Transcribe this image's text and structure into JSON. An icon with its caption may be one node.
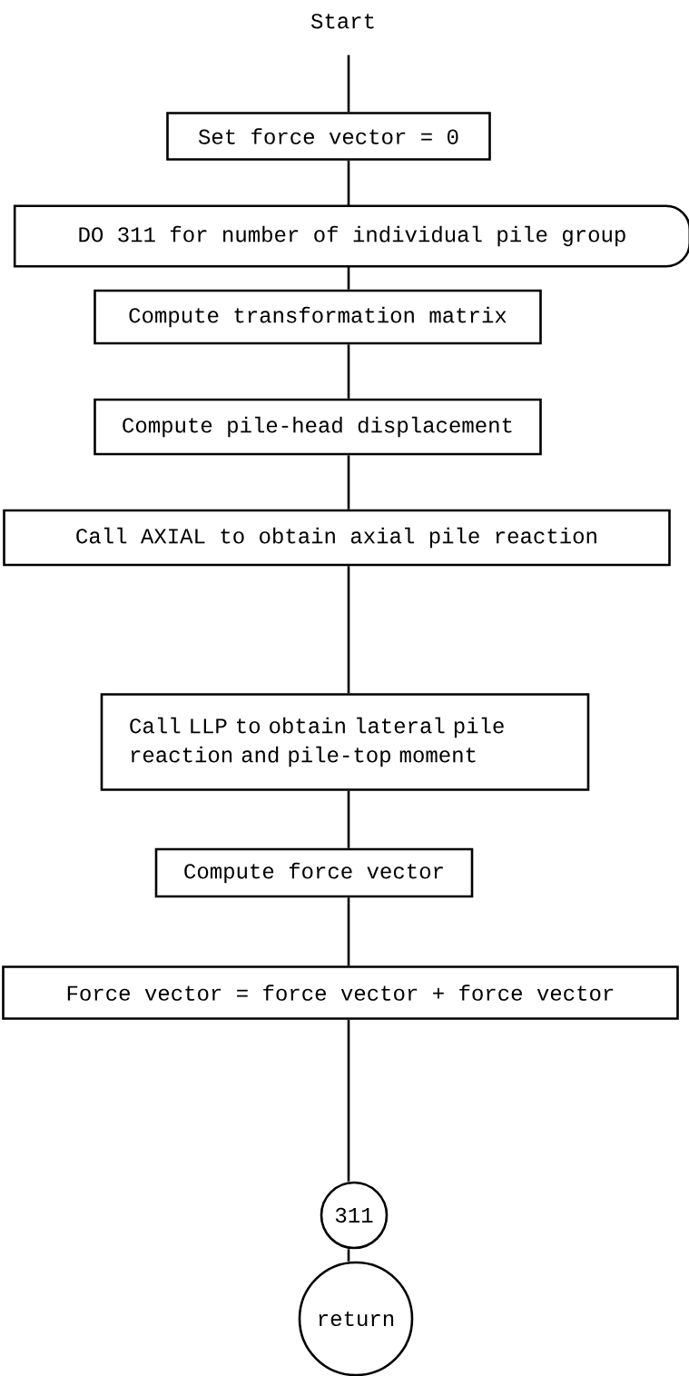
{
  "diagram": {
    "nodes": [
      {
        "text": [
          "Start"
        ]
      },
      {
        "text": [
          "Set force vector = 0"
        ]
      },
      {
        "text": [
          "DO 311 for number of individual pile group"
        ]
      },
      {
        "text": [
          "Compute transformation matrix"
        ]
      },
      {
        "text": [
          "Compute pile-head displacement"
        ]
      },
      {
        "text": [
          "Call AXIAL to obtain axial pile reaction"
        ]
      },
      {
        "text": [
          "Call LLP to obtain lateral pile reaction and pile-top moment"
        ]
      },
      {
        "text": [
          "Compute force vector"
        ]
      },
      {
        "text": [
          "Force vector = force vector + force vector"
        ]
      },
      {
        "text": [
          "311"
        ]
      },
      {
        "text": [
          "return"
        ]
      }
    ],
    "edges": [
      {
        "from": 0,
        "to": 1,
        "arrow": "none"
      },
      {
        "from": 1,
        "to": 2,
        "arrow": "none"
      },
      {
        "from": 2,
        "to": 3,
        "arrow": "none"
      },
      {
        "from": 3,
        "to": 4,
        "arrow": "none"
      },
      {
        "from": 4,
        "to": 5,
        "arrow": "none"
      },
      {
        "from": 5,
        "to": 6,
        "arrow": "none"
      },
      {
        "from": 6,
        "to": 7,
        "arrow": "none"
      },
      {
        "from": 7,
        "to": 8,
        "arrow": "none"
      },
      {
        "from": 8,
        "to": 9,
        "arrow": "none"
      },
      {
        "from": 9,
        "to": 10,
        "arrow": "none"
      }
    ]
  }
}
